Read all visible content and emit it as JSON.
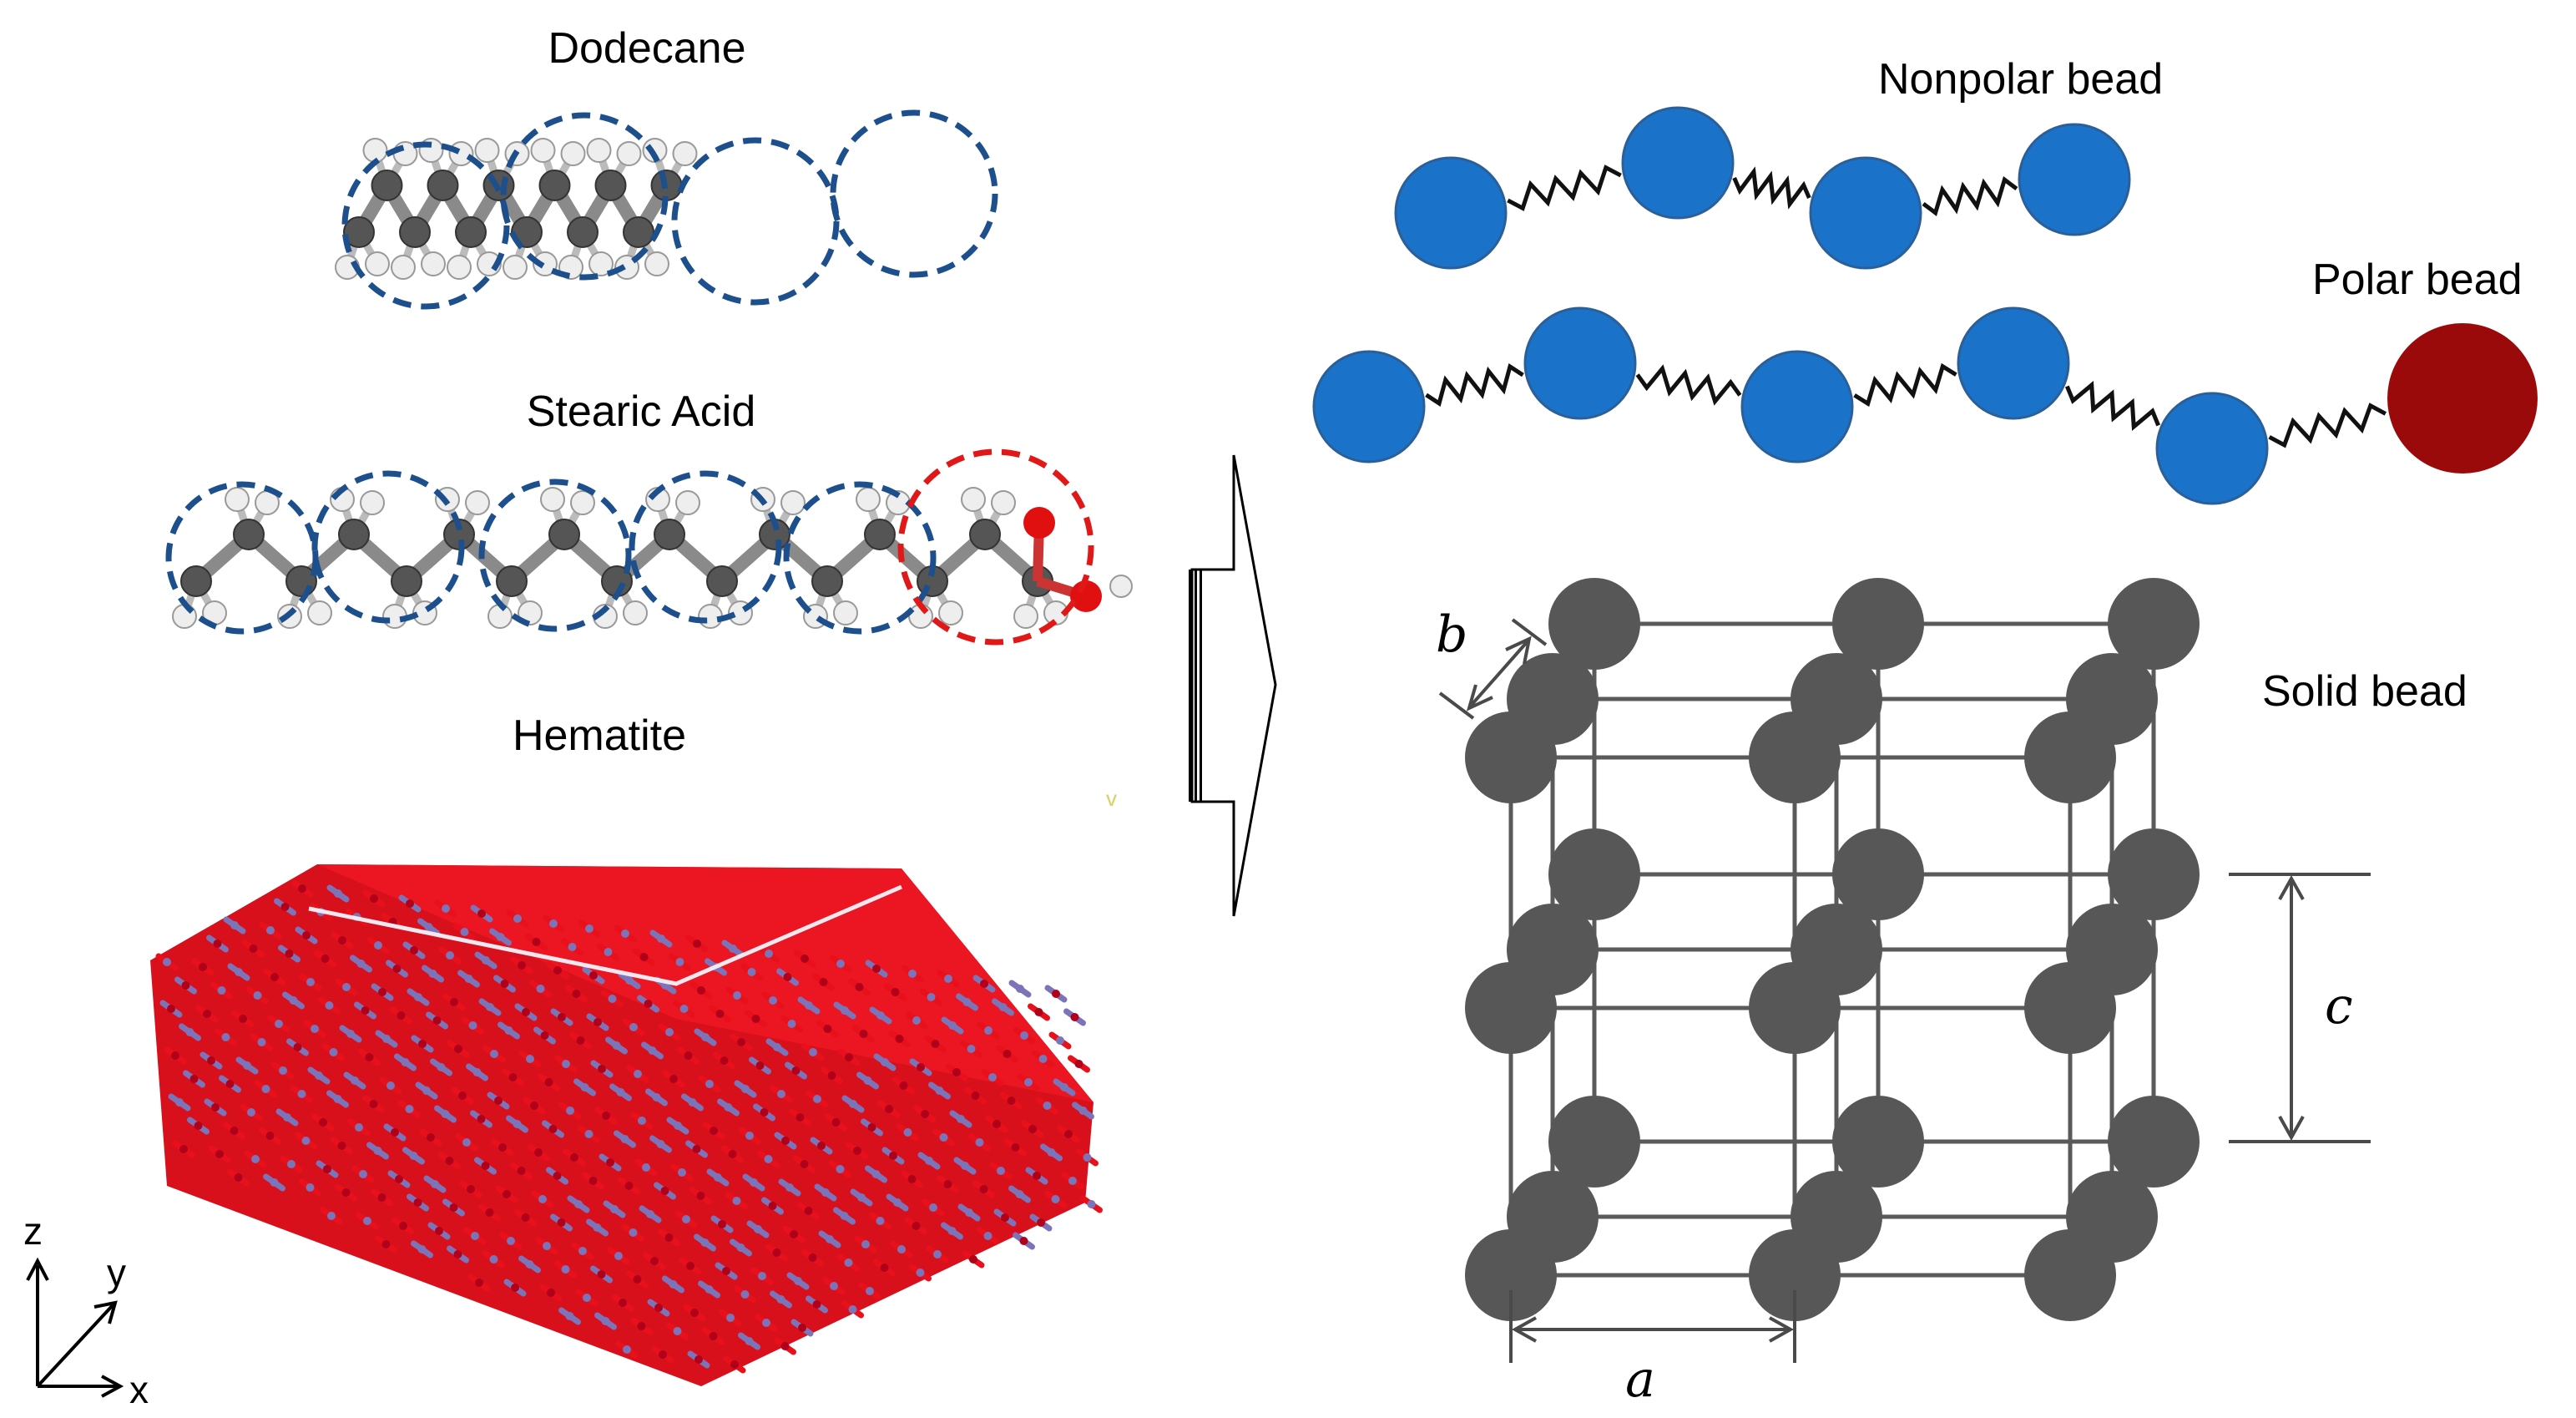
{
  "left": {
    "dodecane_title": "Dodecane",
    "stearic_title": "Stearic Acid",
    "hematite_title": "Hematite",
    "axes": {
      "z": "z",
      "y": "y",
      "x": "x"
    },
    "stray_mark": "v"
  },
  "right": {
    "nonpolar_label": "Nonpolar bead",
    "polar_label": "Polar bead",
    "solid_label": "Solid bead",
    "dim_a": "a",
    "dim_b": "b",
    "dim_c": "c"
  },
  "colors": {
    "nonpolar_bead": "#1a73c8",
    "polar_bead": "#9b0a0a",
    "solid_bead": "#575757",
    "carbon": "#555555",
    "hydrogen": "#eeeeee",
    "oxygen": "#e01010",
    "cg_circle": "#1c4f8c",
    "polar_circle": "#e01818",
    "hematite_fe": "#7b74b8",
    "hematite_o": "#e8101a"
  }
}
